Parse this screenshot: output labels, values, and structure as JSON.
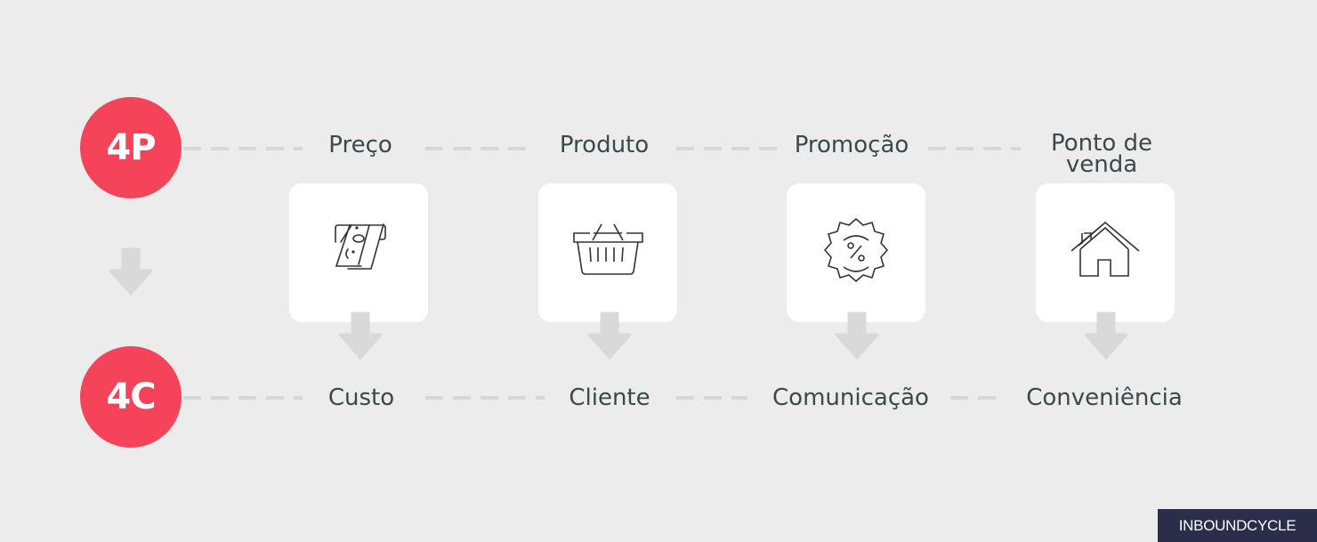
{
  "diagram": {
    "row_4p": {
      "badge": "4P",
      "items": [
        "Preço",
        "Produto",
        "Promoção",
        "Ponto de venda"
      ]
    },
    "row_4c": {
      "badge": "4C",
      "items": [
        "Custo",
        "Cliente",
        "Comunicação",
        "Conveniência"
      ]
    },
    "cards": [
      {
        "icon": "atm-cash-icon"
      },
      {
        "icon": "shopping-basket-icon"
      },
      {
        "icon": "discount-badge-icon"
      },
      {
        "icon": "house-icon"
      }
    ],
    "colors": {
      "accent": "#f5435a",
      "background": "#ebeceb",
      "text": "#3a4a48",
      "arrow": "#d8d9d8",
      "logo_bg": "#2b2d4a"
    }
  },
  "branding": {
    "logo": "INBOUNDCYCLE"
  }
}
